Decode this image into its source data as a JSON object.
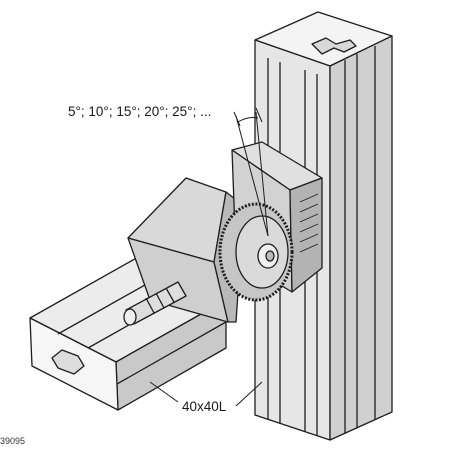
{
  "labels": {
    "angle_steps": "5°; 10°; 15°; 20°; 25°; ...",
    "profile_size": "40x40L",
    "drawing_number": "39095"
  },
  "colors": {
    "metal_light": "#e9e9e9",
    "metal_mid": "#cfcfcf",
    "metal_dark": "#9d9d9d",
    "outline": "#1e1e1e"
  }
}
